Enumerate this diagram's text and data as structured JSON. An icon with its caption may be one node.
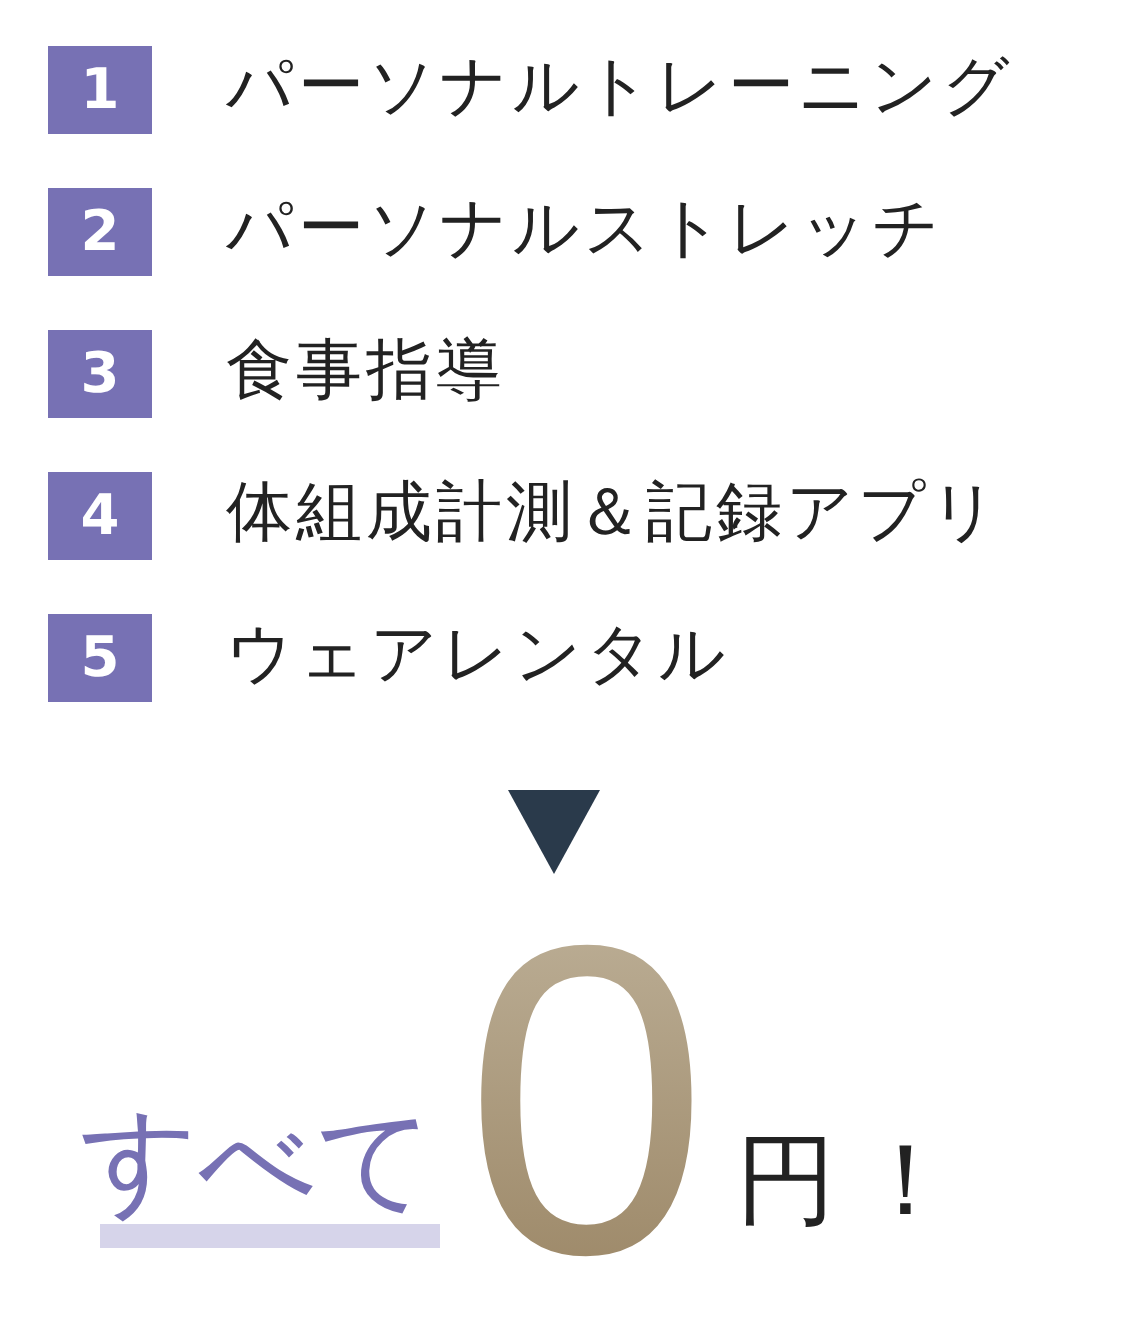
{
  "diagram": {
    "labels": [
      "1",
      "パーソナルトレーニング",
      "2",
      "パーソナルストレッチ",
      "3",
      "食事指導",
      "4",
      "体組成計測＆記録アプリ",
      "5",
      "ウェアレンタル",
      "すべて",
      "0",
      "円！"
    ]
  }
}
